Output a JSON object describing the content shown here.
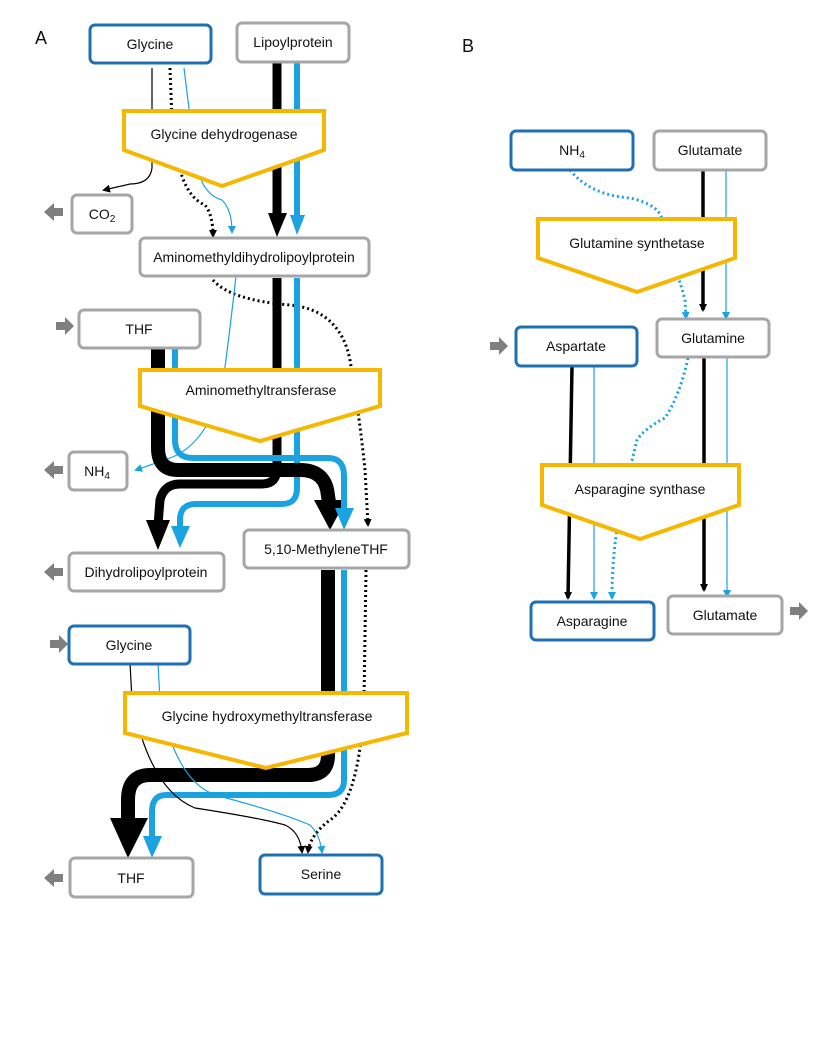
{
  "panels": {
    "a": "A",
    "b": "B"
  },
  "colors": {
    "substrate_border": "#1f6fb5",
    "intermediate_border": "#a6a6a6",
    "enzyme_border": "#f5b700",
    "flux_black": "#000000",
    "flux_blue": "#1aa3e0",
    "exchange_arrow": "#7f7f7f"
  },
  "nodes": {
    "glycine_top": "Glycine",
    "lipoylprotein": "Lipoylprotein",
    "co2": "CO",
    "co2_sub": "2",
    "aminomethyl": "Aminomethyldihydrolipoylprotein",
    "thf_mid": "THF",
    "nh4_a": "NH",
    "nh4_a_sub": "4",
    "dihydrolipoyl": "Dihydrolipoylprotein",
    "methylene_thf": "5,10-MethyleneTHF",
    "glycine_mid": "Glycine",
    "thf_bottom": "THF",
    "serine": "Serine",
    "nh4_b": "NH",
    "nh4_b_sub": "4",
    "glutamate_top": "Glutamate",
    "aspartate": "Aspartate",
    "glutamine": "Glutamine",
    "asparagine": "Asparagine",
    "glutamate_bottom": "Glutamate"
  },
  "enzymes": {
    "glycine_dehydrogenase": "Glycine dehydrogenase",
    "aminomethyltransferase": "Aminomethyltransferase",
    "glycine_hydroxymethyltransferase": "Glycine hydroxymethyltransferase",
    "glutamine_synthetase": "Glutamine synthetase",
    "asparagine_synthase": "Asparagine synthase"
  }
}
